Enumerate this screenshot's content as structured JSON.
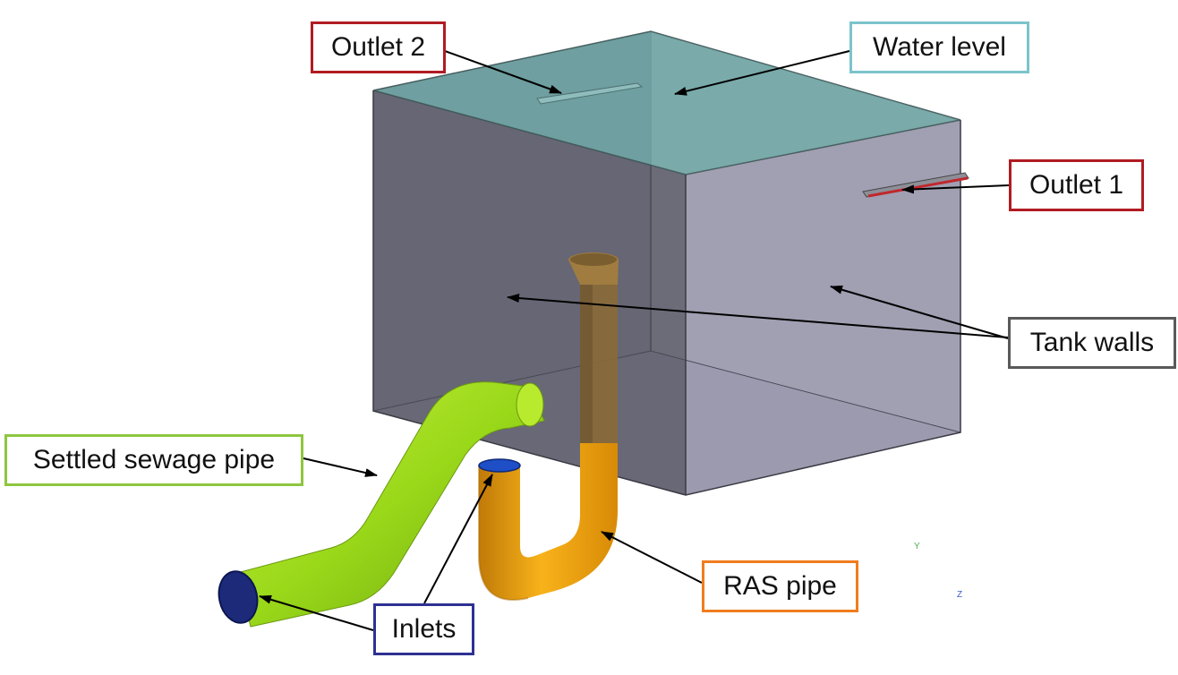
{
  "labels": {
    "outlet2": {
      "text": "Outlet 2",
      "color": "#b01c22"
    },
    "water_level": {
      "text": "Water level",
      "color": "#7cc4cc"
    },
    "outlet1": {
      "text": "Outlet 1",
      "color": "#b01c22"
    },
    "tank_walls": {
      "text": "Tank walls",
      "color": "#595959"
    },
    "settled_pipe": {
      "text": "Settled sewage pipe",
      "color": "#8dc63f"
    },
    "ras_pipe": {
      "text": "RAS pipe",
      "color": "#f07d1e"
    },
    "inlets": {
      "text": "Inlets",
      "color": "#2e3192"
    }
  },
  "colors": {
    "water_surface": "#6fa3a3",
    "tank_wall_left": "#6b6b78",
    "tank_wall_right": "#9c9aae",
    "settled_pipe_fill": "#a6e41e",
    "ras_pipe_fill": "#f6a80e",
    "inlet_cap": "#1e4fc7",
    "settled_inlet_cap": "#1d2a7a"
  },
  "axis_glyphs": {
    "y": "Y",
    "z": "Z"
  }
}
